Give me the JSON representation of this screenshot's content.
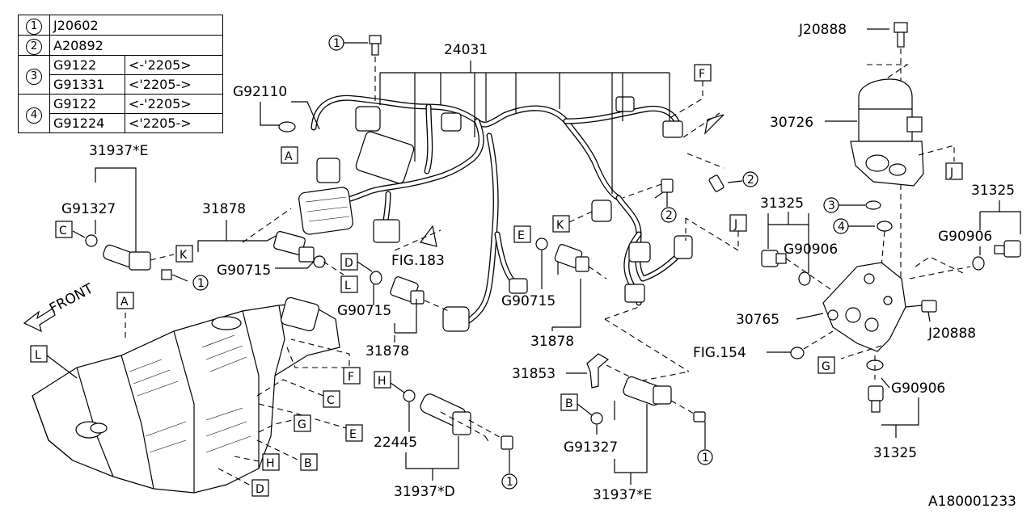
{
  "legend": [
    {
      "num": "1",
      "rows": [
        {
          "code": "J20602",
          "range": ""
        }
      ]
    },
    {
      "num": "2",
      "rows": [
        {
          "code": "A20892",
          "range": ""
        }
      ]
    },
    {
      "num": "3",
      "rows": [
        {
          "code": "G9122",
          "range": "<-'2205>"
        },
        {
          "code": "G91331",
          "range": "<'2205->"
        }
      ]
    },
    {
      "num": "4",
      "rows": [
        {
          "code": "G9122",
          "range": "<-'2205>"
        },
        {
          "code": "G91224",
          "range": "<'2205->"
        }
      ]
    }
  ],
  "parts": {
    "harness": "24031",
    "oring_a": "G92110",
    "sensor_e_top": "31937*E",
    "oring_c": "G91327",
    "switch_31878_top": "31878",
    "oring_l": "G90715",
    "oring_d": "G90715",
    "switch_31878_mid": "31878",
    "oring_e": "G90715",
    "switch_31878_right": "31878",
    "bracket": "31853",
    "oring_b": "G91327",
    "sensor_e_bottom": "31937*E",
    "oring_h": "22445",
    "sensor_d": "31937*D",
    "bolt_top": "J20888",
    "solenoid": "30726",
    "plug_left": "31325",
    "gasket_left": "G90906",
    "plug_right": "31325",
    "gasket_right": "G90906",
    "valve_body": "30765",
    "bolt_right": "J20888",
    "gasket_bottom": "G90906",
    "plug_bottom": "31325"
  },
  "refs": {
    "fig183": "FIG.183",
    "fig154": "FIG.154",
    "front": "FRONT"
  },
  "letters": {
    "A": "A",
    "B": "B",
    "C": "C",
    "D": "D",
    "E": "E",
    "F": "F",
    "G": "G",
    "H": "H",
    "J": "J",
    "K": "K",
    "L": "L"
  },
  "circled": {
    "one": "1",
    "two": "2",
    "three": "3",
    "four": "4"
  },
  "diagram_id": "A180001233"
}
